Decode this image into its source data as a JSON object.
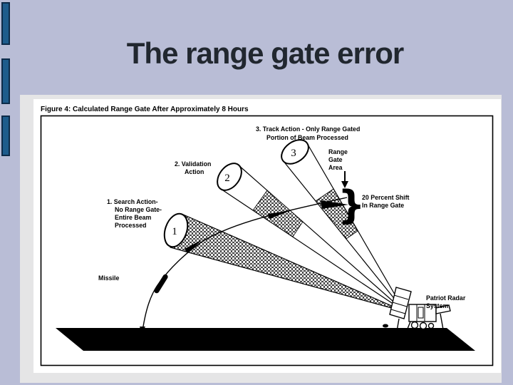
{
  "slide": {
    "title": "The range gate error"
  },
  "figure": {
    "caption": "Figure 4: Calculated Range Gate After Approximately 8 Hours",
    "beam_numbers": [
      "1",
      "2",
      "3"
    ],
    "labels": {
      "action1": [
        "1. Search Action-",
        "No Range Gate-",
        "Entire Beam",
        "Processed"
      ],
      "action2": [
        "2. Validation",
        "Action"
      ],
      "action3": [
        "3. Track Action - Only Range Gated",
        "Portion of Beam Processed"
      ],
      "range_gate_area": [
        "Range",
        "Gate",
        "Area"
      ],
      "shift": [
        "20 Percent Shift",
        "In Range Gate"
      ],
      "missile": "Missile",
      "radar": [
        "Patriot Radar",
        "System"
      ],
      "brace": "}"
    },
    "colors": {
      "background": "#b9bdd6",
      "accent_bar_fill": "#1e5c8c",
      "accent_bar_border": "#0d2b49",
      "panel": "#e5e5e6",
      "title_text": "#21272f",
      "ink": "#000000"
    }
  }
}
